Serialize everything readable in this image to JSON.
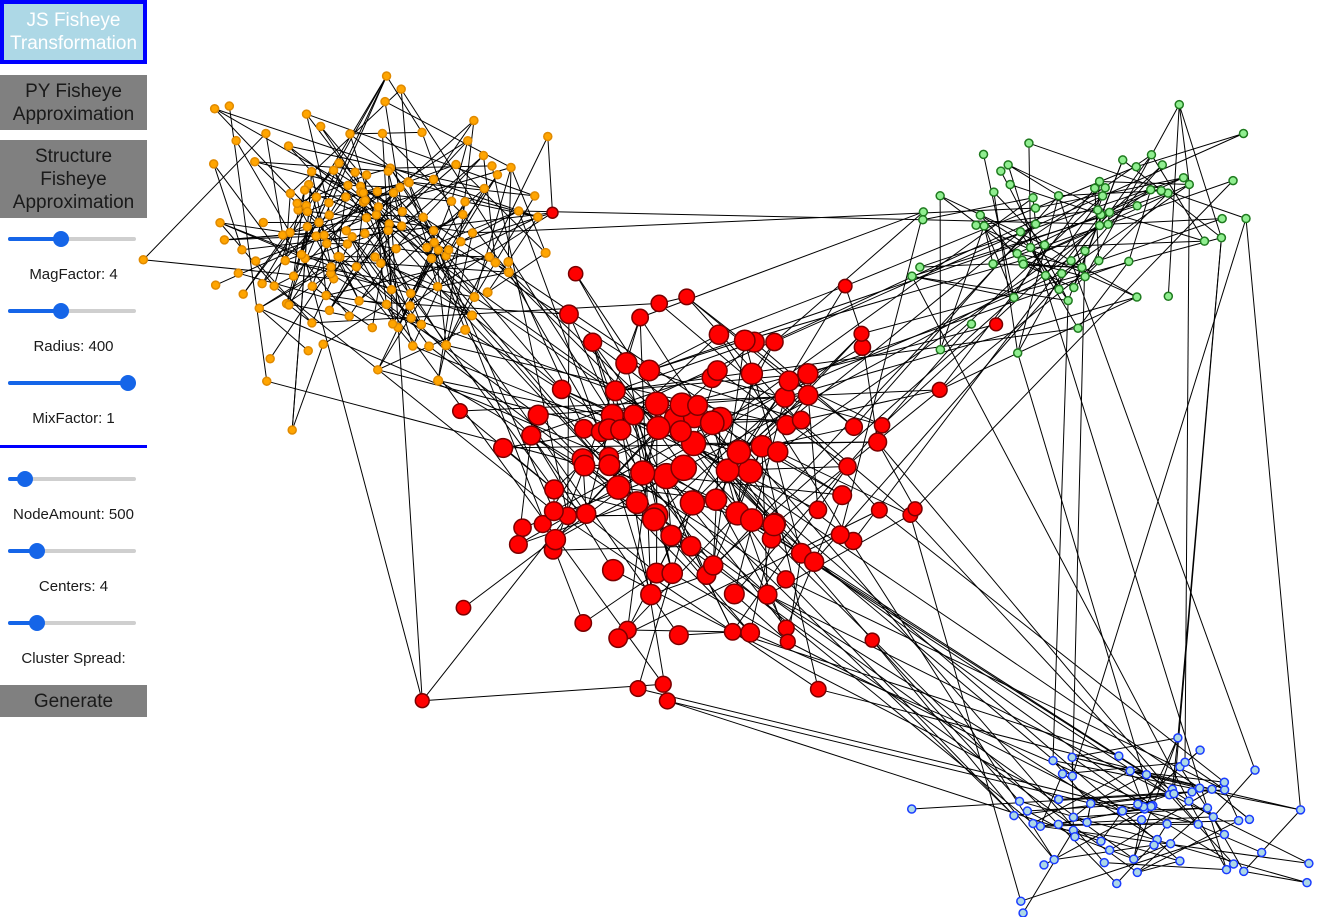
{
  "controls": {
    "buttons": [
      {
        "id": "js-fisheye",
        "lines": [
          "JS Fisheye",
          "Transformation"
        ],
        "active": true
      },
      {
        "id": "py-fisheye",
        "lines": [
          "PY Fisheye",
          "Approximation"
        ],
        "active": false
      },
      {
        "id": "structure-fisheye",
        "lines": [
          "Structure",
          "Fisheye",
          "Approximation"
        ],
        "active": false
      }
    ],
    "fisheye_sliders": [
      {
        "label": "MagFactor: 4",
        "value_fraction": 0.4
      },
      {
        "label": "Radius: 400",
        "value_fraction": 0.4
      },
      {
        "label": "MixFactor: 1",
        "value_fraction": 1.0
      }
    ],
    "generator_sliders": [
      {
        "label": "NodeAmount: 500",
        "value_fraction": 0.08
      },
      {
        "label": "Centers: 4",
        "value_fraction": 0.19
      },
      {
        "label": "Cluster Spread:",
        "value_fraction": 0.19
      }
    ],
    "generate_label": "Generate"
  },
  "graph": {
    "colors": {
      "orange": {
        "fill": "#ffa500",
        "stroke": "#e08a00"
      },
      "red": {
        "fill": "#ff0000",
        "stroke": "#7a0000"
      },
      "green": {
        "fill": "#90ee90",
        "stroke": "#1e7a1e"
      },
      "blue": {
        "fill": "#add8e6",
        "stroke": "#1a3cff"
      },
      "edge": "#000000"
    },
    "generator_seed": 42
  }
}
